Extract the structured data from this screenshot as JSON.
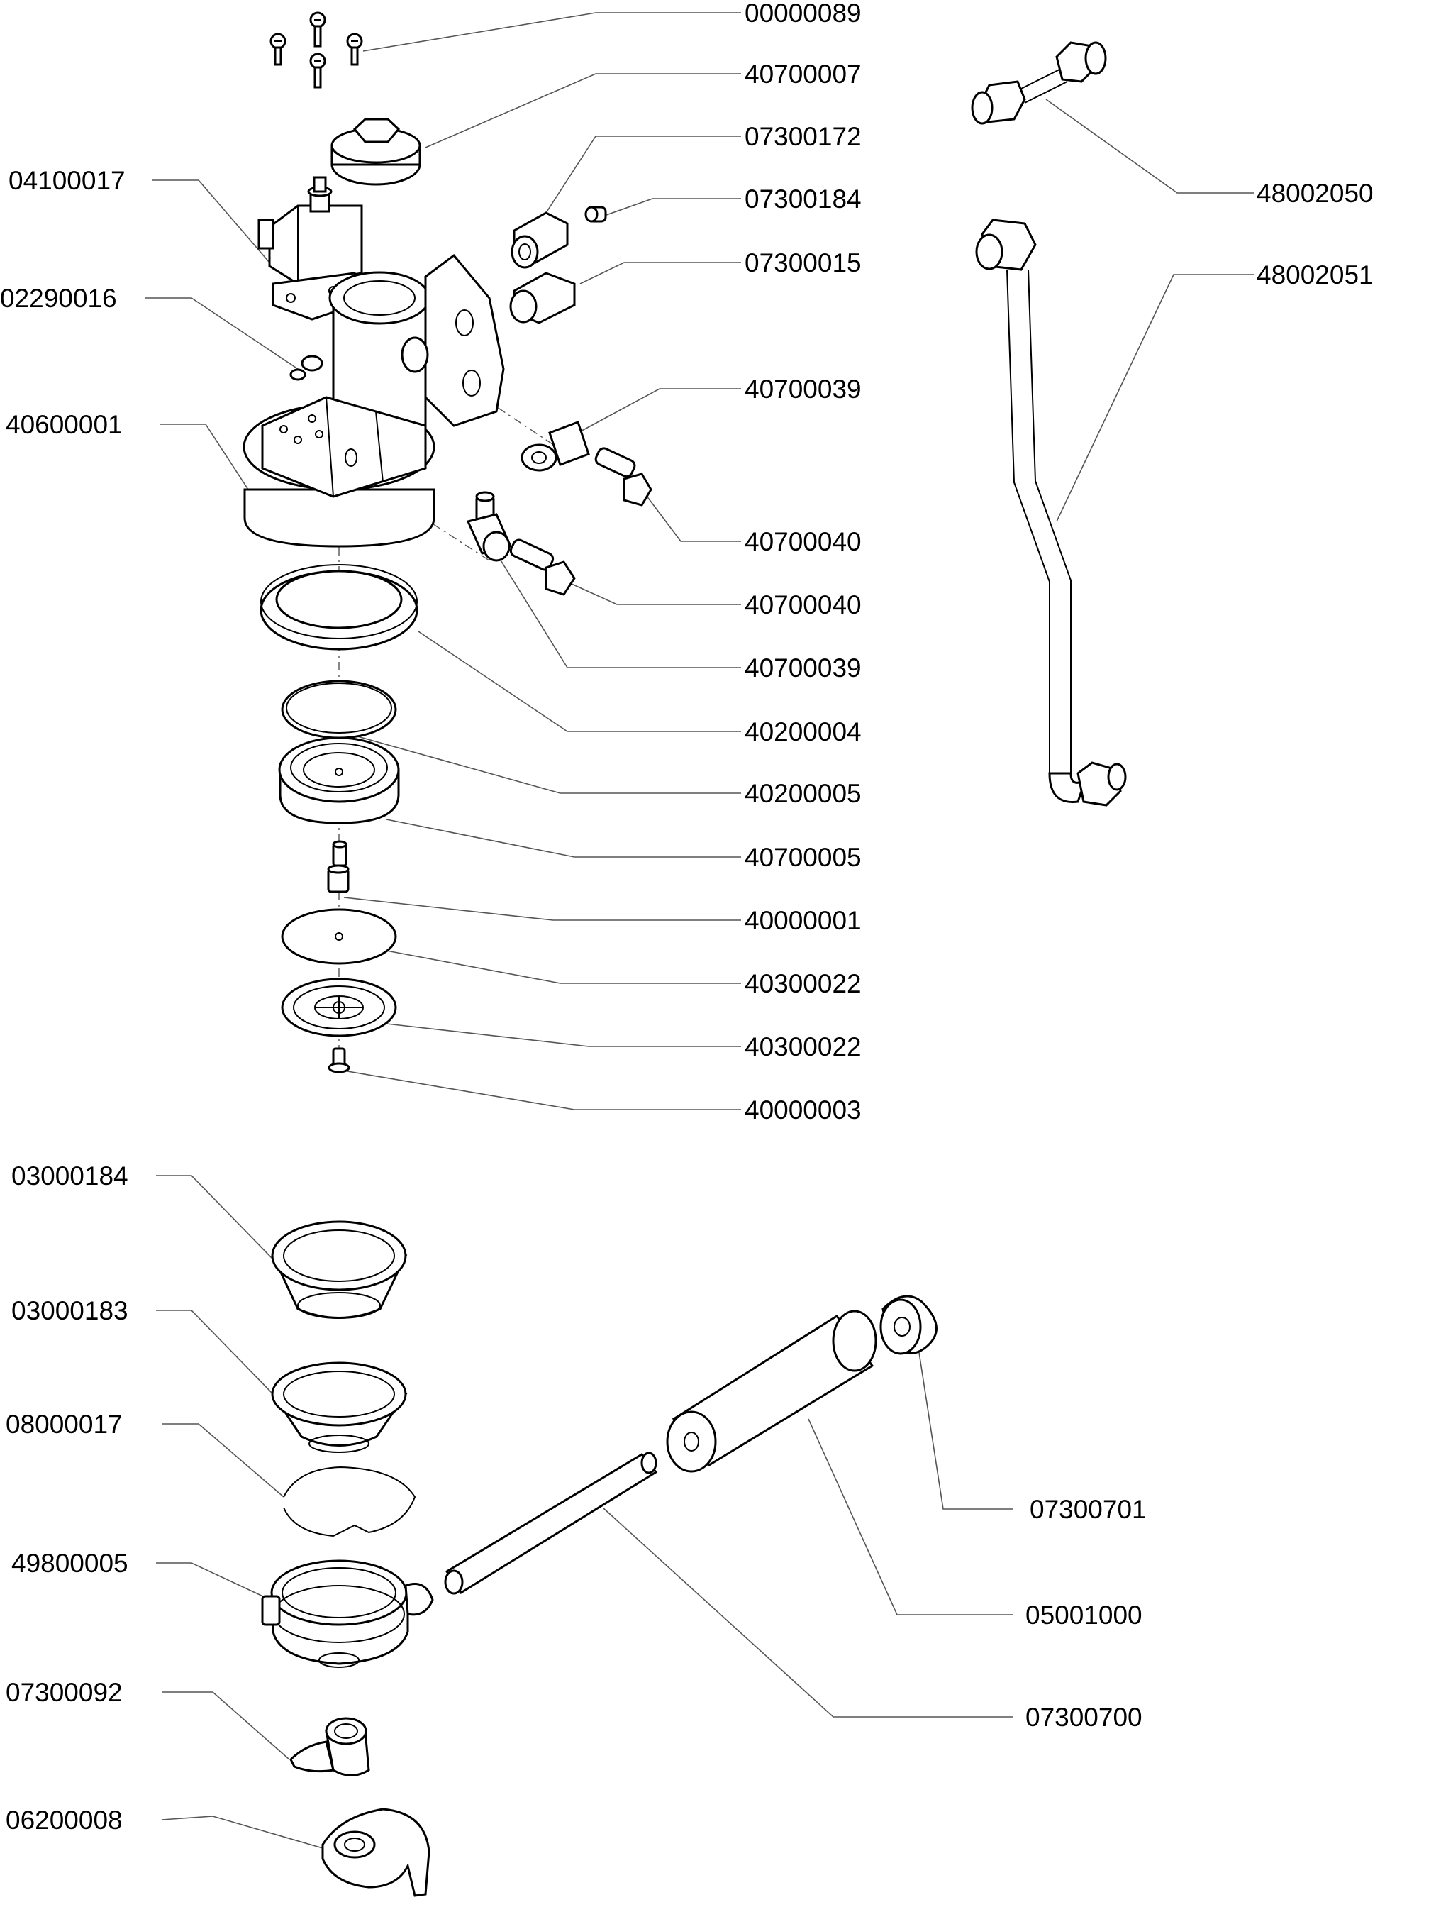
{
  "diagram": {
    "parts": [
      {
        "id": "p1",
        "label": "00000089"
      },
      {
        "id": "p2",
        "label": "40700007"
      },
      {
        "id": "p3",
        "label": "07300172"
      },
      {
        "id": "p4",
        "label": "07300184"
      },
      {
        "id": "p5",
        "label": "07300015"
      },
      {
        "id": "p6",
        "label": "40700039"
      },
      {
        "id": "p7",
        "label": "40700040"
      },
      {
        "id": "p8",
        "label": "40700040"
      },
      {
        "id": "p9",
        "label": "40700039"
      },
      {
        "id": "p10",
        "label": "40200004"
      },
      {
        "id": "p11",
        "label": "40200005"
      },
      {
        "id": "p12",
        "label": "40700005"
      },
      {
        "id": "p13",
        "label": "40000001"
      },
      {
        "id": "p14",
        "label": "40300022"
      },
      {
        "id": "p15",
        "label": "40300022"
      },
      {
        "id": "p16",
        "label": "40000003"
      },
      {
        "id": "p17",
        "label": "04100017"
      },
      {
        "id": "p18",
        "label": "02290016"
      },
      {
        "id": "p19",
        "label": "40600001"
      },
      {
        "id": "p20",
        "label": "48002050"
      },
      {
        "id": "p21",
        "label": "48002051"
      },
      {
        "id": "p22",
        "label": "03000184"
      },
      {
        "id": "p23",
        "label": "03000183"
      },
      {
        "id": "p24",
        "label": "08000017"
      },
      {
        "id": "p25",
        "label": "49800005"
      },
      {
        "id": "p26",
        "label": "07300092"
      },
      {
        "id": "p27",
        "label": "06200008"
      },
      {
        "id": "p28",
        "label": "07300701"
      },
      {
        "id": "p29",
        "label": "05001000"
      },
      {
        "id": "p30",
        "label": "07300700"
      }
    ]
  }
}
